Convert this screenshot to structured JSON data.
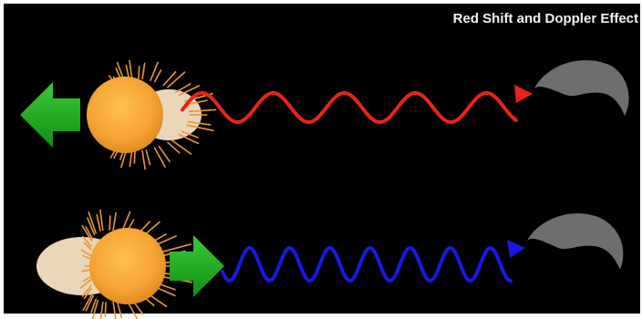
{
  "title": "Red Shift and Doppler Effect",
  "colors": {
    "background": "#000000",
    "star": "#f5a334",
    "star_glow": "#f7e2c3",
    "rays": "#e8963a",
    "arrow": "#1ea51e",
    "redshift_wave": "#e8231b",
    "blueshift_wave": "#1a18e0",
    "observer": "#6e6e6e"
  },
  "rows": [
    {
      "name": "redshift-row",
      "motion": "away-from-observer",
      "wave": "long-wavelength"
    },
    {
      "name": "blueshift-row",
      "motion": "toward-observer",
      "wave": "short-wavelength"
    }
  ]
}
